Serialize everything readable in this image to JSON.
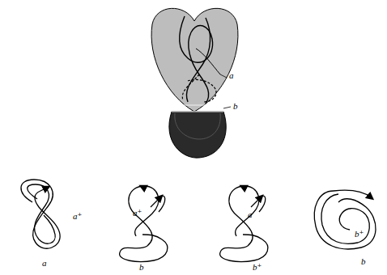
{
  "diagram": {
    "labels": [
      "a",
      "b",
      "a⁺",
      "a",
      "a⁺",
      "b",
      "a",
      "b⁺",
      "b⁺",
      "b"
    ]
  }
}
